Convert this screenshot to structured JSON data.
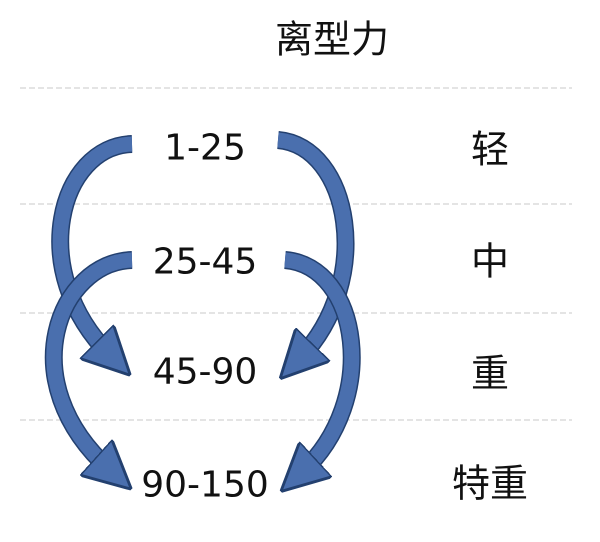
{
  "title": "离型力",
  "rows": [
    {
      "range": "1-25",
      "level": "轻"
    },
    {
      "range": "25-45",
      "level": "中"
    },
    {
      "range": "45-90",
      "level": "重"
    },
    {
      "range": "90-150",
      "level": "特重"
    }
  ],
  "colors": {
    "arrow": "#4a6fae",
    "arrow_edge": "#23406f",
    "divider": "#c8c8c8"
  }
}
